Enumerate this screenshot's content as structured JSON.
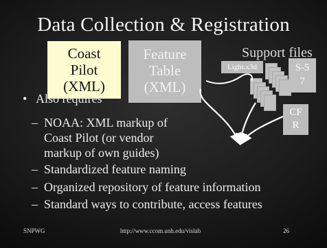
{
  "title": "Data Collection & Registration",
  "boxes": {
    "coast_pilot": [
      "Coast",
      "Pilot",
      "(XML)"
    ],
    "feature_table": [
      "Feature",
      "Table",
      "(XML)"
    ]
  },
  "support": {
    "label": "Support files",
    "light_file": "Light.x3d",
    "s57": [
      "S-5",
      "7"
    ],
    "cfr": [
      "CF",
      "R"
    ]
  },
  "bullet": {
    "marker": "•",
    "text": "Also requires",
    "dash": "–",
    "items": [
      [
        "NOAA: XML markup of",
        "Coast Pilot (or vendor",
        "markup of own guides)"
      ],
      [
        "Standardized feature naming"
      ],
      [
        "Organized repository of feature information"
      ],
      [
        "Standard ways to contribute, access features"
      ]
    ]
  },
  "footer": {
    "left": "SNPWG",
    "center": "http://www.ccom.unh.edu/vislab",
    "right": "26"
  },
  "colors": {
    "coast_box": "#fcfcd0",
    "feature_box": "#bdbdbd",
    "arrow": "#ffffff"
  }
}
